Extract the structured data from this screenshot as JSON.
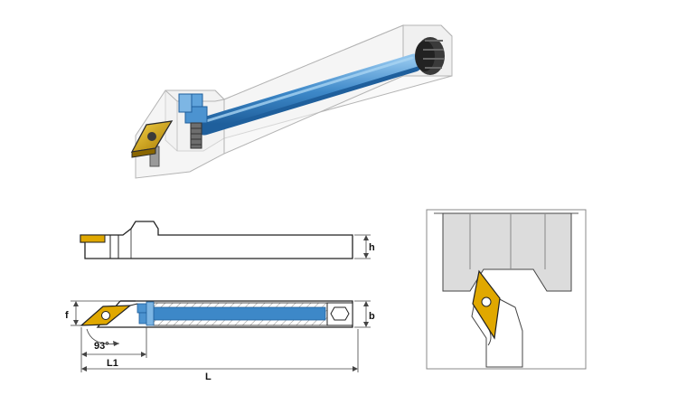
{
  "dimensions": {
    "height": "h",
    "width": "b",
    "offset": "f",
    "angle": "93°",
    "head_length": "L1",
    "total_length": "L"
  },
  "colors": {
    "coolant": "#3d88c8",
    "insert": "#e0a800",
    "body_line": "#222222",
    "hatch": "#777777",
    "detail_gray": "#dcdcdc"
  }
}
